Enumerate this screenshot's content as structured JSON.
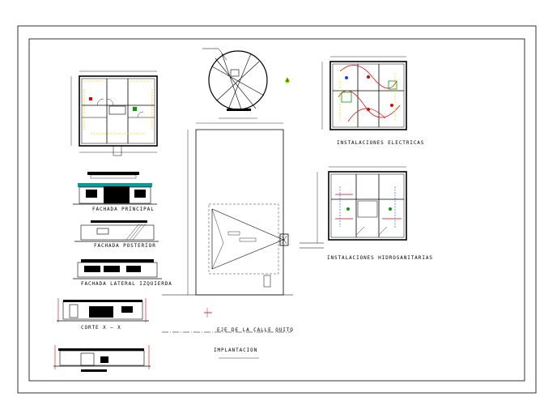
{
  "drawing": {
    "titles": {
      "elevation_main": "FACHADA PRINCIPAL",
      "elevation_rear": "FACHADA POSTERIOR",
      "elevation_side": "FACHADA LATERAL IZQUIERDA",
      "section": "CORTE X — X",
      "electrical": "INSTALACIONES ELECTRICAS",
      "plumbing": "INSTALACIONES HIDROSANITARIAS",
      "site_plan": "IMPLANTACION",
      "street_axis": "EJE DE LA CALLE QUITO"
    },
    "colors": {
      "line": "#000000",
      "paper": "#ffffff",
      "accent_yellow": "#e8d800",
      "accent_red": "#e00000",
      "accent_green": "#00a000",
      "accent_blue": "#1040ff"
    }
  }
}
